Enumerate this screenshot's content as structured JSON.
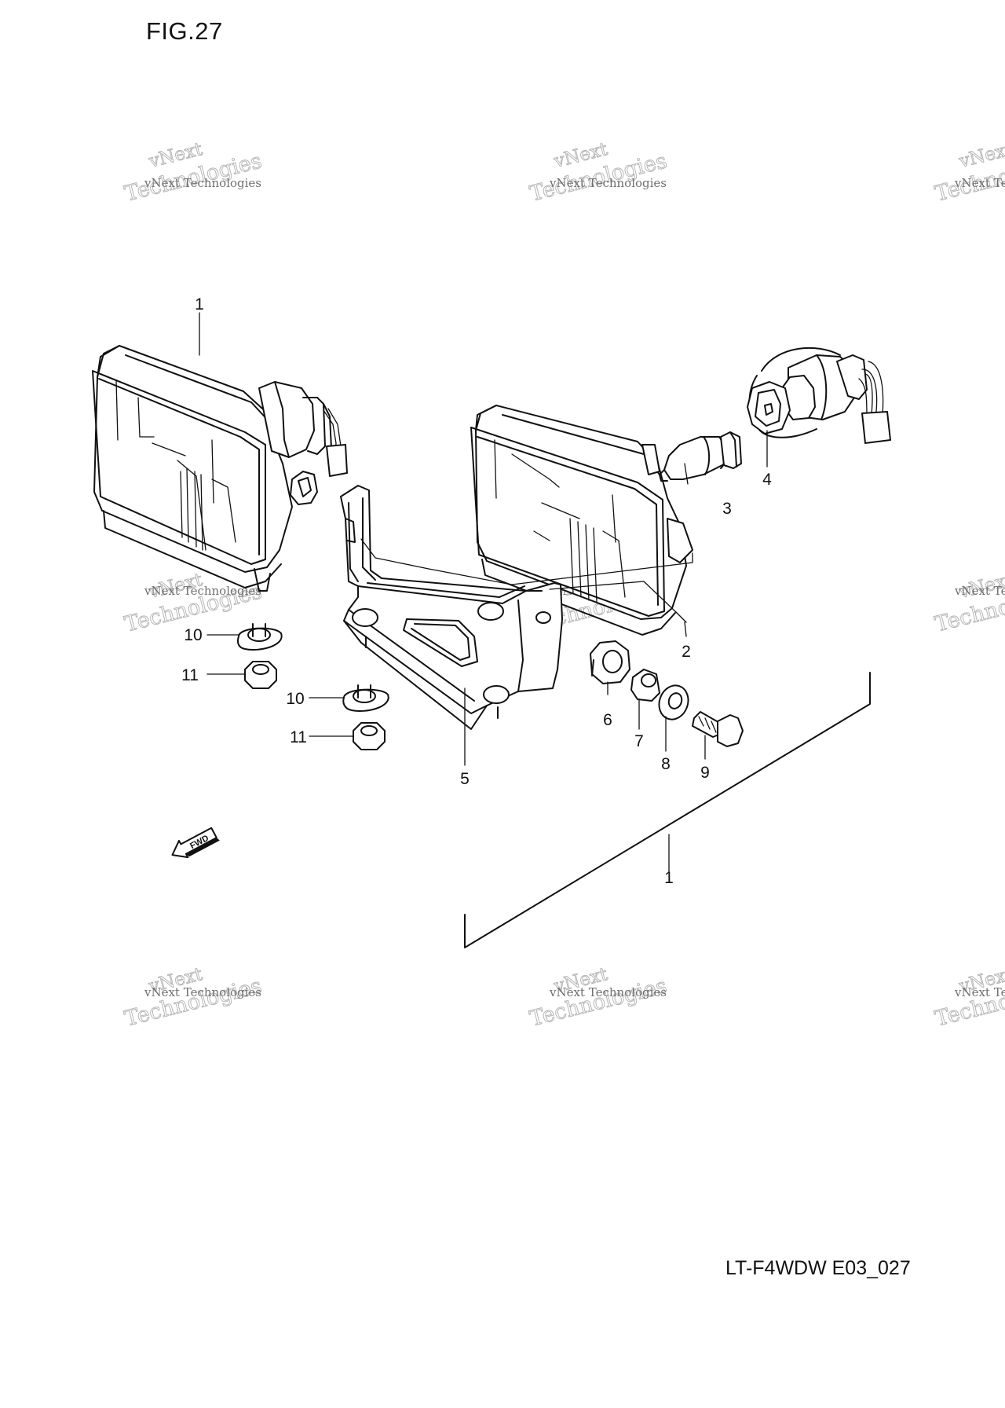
{
  "figure": {
    "title": "FIG.27",
    "code": "LT-F4WDW E03_027"
  },
  "watermark": {
    "line_small": "vNext Technologies",
    "line_top": "vNext",
    "line_big": "Technologies"
  },
  "direction_badge": "FWD",
  "callouts": [
    {
      "id": "c1-top",
      "label": "1"
    },
    {
      "id": "c2",
      "label": "2"
    },
    {
      "id": "c3",
      "label": "3"
    },
    {
      "id": "c4",
      "label": "4"
    },
    {
      "id": "c5",
      "label": "5"
    },
    {
      "id": "c6",
      "label": "6"
    },
    {
      "id": "c7",
      "label": "7"
    },
    {
      "id": "c8",
      "label": "8"
    },
    {
      "id": "c9",
      "label": "9"
    },
    {
      "id": "c10-a",
      "label": "10"
    },
    {
      "id": "c10-b",
      "label": "10"
    },
    {
      "id": "c11-a",
      "label": "11"
    },
    {
      "id": "c11-b",
      "label": "11"
    },
    {
      "id": "c1-bracket",
      "label": "1"
    }
  ]
}
